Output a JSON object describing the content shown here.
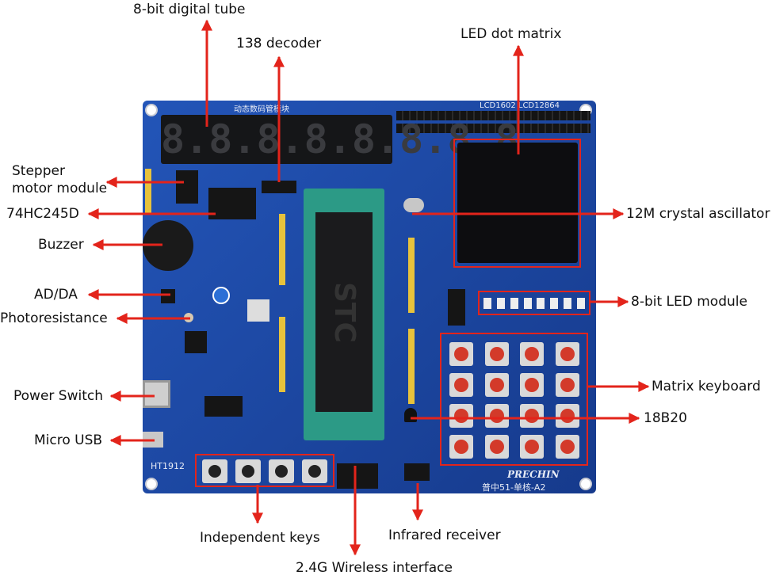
{
  "labels": {
    "digital_tube": "8-bit digital tube",
    "decoder": "138 decoder",
    "led_dot_matrix": "LED dot matrix",
    "stepper_line1": "Stepper",
    "stepper_line2": "motor module",
    "hc245": "74HC245D",
    "buzzer": "Buzzer",
    "adda": "AD/DA",
    "photoresistance": "Photoresistance",
    "power_switch": "Power Switch",
    "micro_usb": "Micro USB",
    "crystal": "12M crystal ascillator",
    "led_module": "8-bit LED module",
    "matrix_keyboard": "Matrix keyboard",
    "ds18b20": "18B20",
    "independent_keys": "Independent keys",
    "infrared": "Infrared receiver",
    "wireless": "2.4G Wireless interface"
  },
  "board": {
    "brand": "PRECHIN",
    "model": "普中51-单核-A2",
    "silk_tube": "动态数码管模块",
    "silk_lcd": "LCD1602 LCD12864",
    "silk_ht": "HT1912",
    "chip_text": "STC",
    "digits": [
      "8.",
      "8.",
      "8.",
      "8.",
      "8.",
      "8.",
      "8.",
      "8."
    ]
  },
  "colors": {
    "arrow": "#e3241b",
    "board": "#1d47a6"
  }
}
